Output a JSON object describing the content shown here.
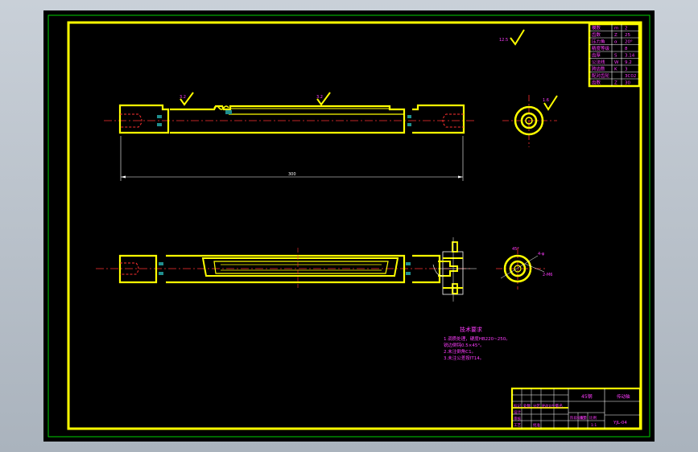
{
  "drawing": {
    "roughness_symbols": {
      "top_left": "3.2",
      "top_center": "3.2",
      "end_view": "1.6",
      "general": "12.5"
    },
    "dimension_overall_length": "300",
    "end_view_labels": {
      "angle": "45°",
      "note_a": "4-φ",
      "note_b": "2-M6"
    },
    "tech_requirements": {
      "title": "技术要求",
      "lines": [
        "1.调质处理，硬度HB220~250。",
        "   锐边倒钝0.5×45°。",
        "2.未注倒角C1。",
        "3.未注公差按IT14。"
      ]
    }
  },
  "param_table": {
    "rows": [
      [
        "模数",
        "m",
        "2"
      ],
      [
        "齿数",
        "Z",
        "25"
      ],
      [
        "压力角",
        "α",
        "20°"
      ],
      [
        "精度等级",
        "",
        "8"
      ],
      [
        "齿厚",
        "S",
        "3.14"
      ],
      [
        "公法线",
        "W",
        "9.2"
      ],
      [
        "跨齿数",
        "K",
        "3"
      ],
      [
        "配对齿轮",
        "",
        "3C02"
      ],
      [
        "齿数",
        "Z",
        "30"
      ]
    ]
  },
  "title_block": {
    "material": "45钢",
    "scale": "1:1",
    "part_name": "传动轴",
    "drawing_no": "YJL-04",
    "labels": [
      "标记",
      "处数",
      "分区",
      "更改文件号",
      "签名",
      "日期"
    ],
    "roles": [
      "设计",
      "审核",
      "工艺",
      "批准"
    ],
    "sub_labels": [
      "阶段标记",
      "重量",
      "比例"
    ]
  }
}
